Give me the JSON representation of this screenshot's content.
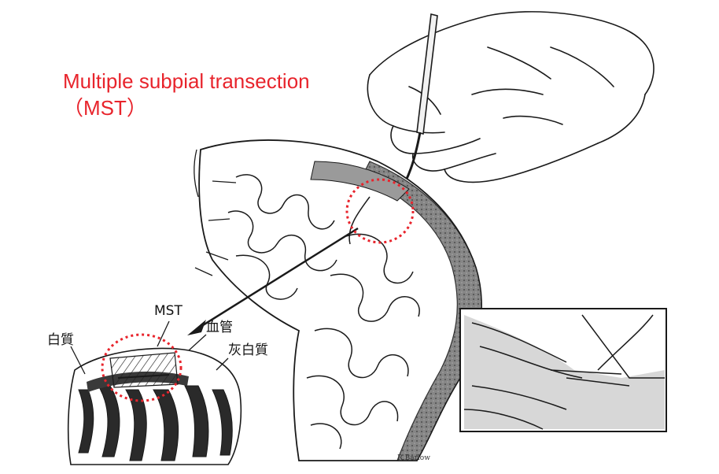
{
  "title": {
    "line1": "Multiple subpial transection",
    "line2": "（MST）",
    "color": "#e8242c"
  },
  "labels": {
    "mst": "MST",
    "blood_vessel": "血管",
    "white_matter": "白質",
    "gray_white_matter": "灰白質"
  },
  "signature": "R.Barlow",
  "colors": {
    "ink": "#1a1a1a",
    "cortex_shade": "#8c8c8c",
    "highlight_circle": "#e8242c",
    "background": "#ffffff"
  }
}
